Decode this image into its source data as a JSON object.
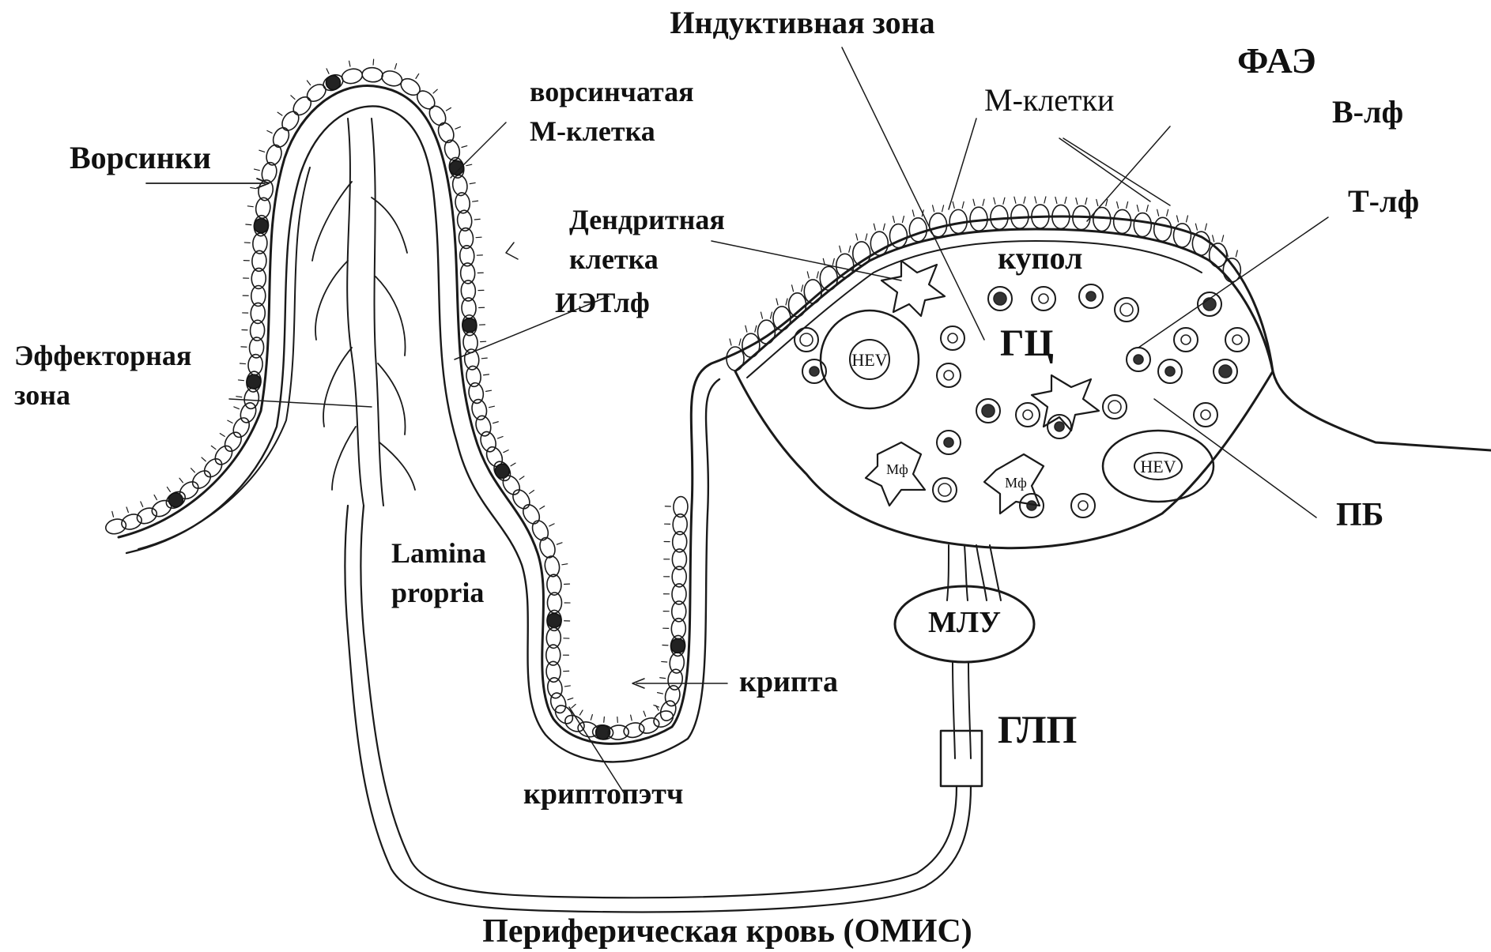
{
  "labels": {
    "inductive_zone": "Индуктивная зона",
    "fae": "ФАЭ",
    "m_cells": "М-клетки",
    "b_lf": "В-лф",
    "t_lf": "Т-лф",
    "villi": "Ворсинки",
    "villous_m_cell_line1": "ворсинчатая",
    "villous_m_cell_line2": "М-клетка",
    "dendritic_cell_line1": "Дендритная",
    "dendritic_cell_line2": "клетка",
    "ietlf": "ИЭТлф",
    "dome": "купол",
    "gc": "ГЦ",
    "effector_zone_line1": "Эффекторная",
    "effector_zone_line2": "зона",
    "lamina_propria_line1": "Lamina",
    "lamina_propria_line2": "propria",
    "pb": "ПБ",
    "mlu": "МЛУ",
    "crypt": "крипта",
    "glp": "ГЛП",
    "cryptopatch": "криптопэтч",
    "peripheral_blood": "Периферическая кровь (ОМИС)"
  },
  "hev_labels": [
    "HEV",
    "HEV"
  ],
  "cell_tags": [
    "Mф",
    "Mф"
  ]
}
